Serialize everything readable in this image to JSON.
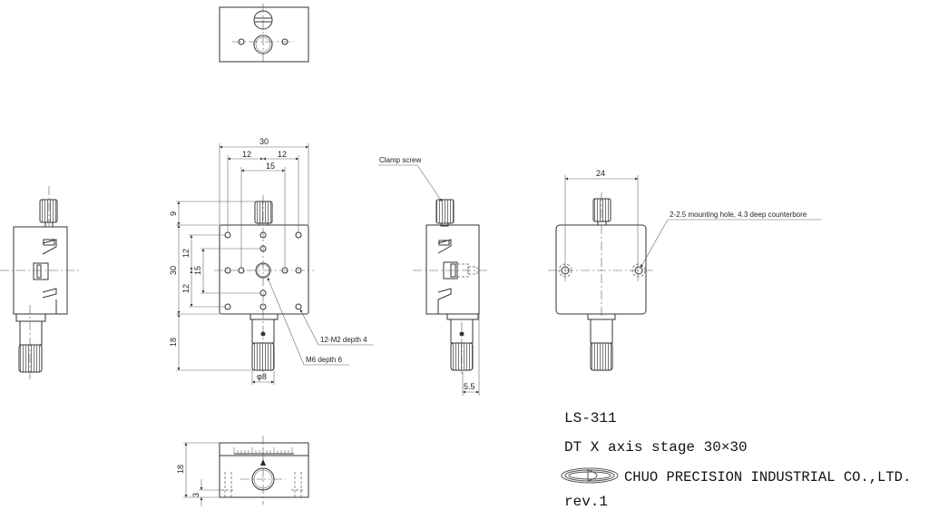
{
  "drawing": {
    "dimensions": {
      "width_30": "30",
      "pitch_12_left": "12",
      "pitch_12_right": "12",
      "pitch_15": "15",
      "height_9": "9",
      "height_30": "30",
      "height_18": "18",
      "pitch_12_upper": "12",
      "pitch_12_lower": "12",
      "pitch_15_vertical": "15",
      "diameter_8": "φ8",
      "offset_5_5": "5.5",
      "mount_pitch_24": "24",
      "bottom_height_18": "18",
      "bottom_3": "3"
    },
    "annotations": {
      "tapped_holes": "12-M2 depth 4",
      "center_hole": "M6 depth 6",
      "clamp_screw": "Clamp screw",
      "mounting_hole": "2-2.5 mounting hole, 4.3 deep counterbore"
    }
  },
  "title_block": {
    "model": "LS-311",
    "description": "DT X axis stage 30×30",
    "company": "CHUO PRECISION INDUSTRIAL CO.,LTD.",
    "revision": "rev.1",
    "logo_icon": "chuo-logo-icon"
  }
}
